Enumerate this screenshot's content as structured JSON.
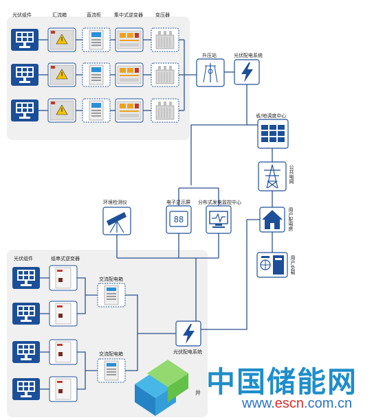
{
  "top_section": {
    "col_pv": "光伏组件",
    "col_combiner": "汇流箱",
    "col_dc_cabinet": "直流柜",
    "col_central_inverter": "集中式逆变器",
    "col_transformer": "变压器"
  },
  "booster_station": "升压站",
  "pv_distribution_top": "光伏配电系统",
  "dispatch_center": "省/地调度中心",
  "public_grid": "公共电网",
  "user_distribution": "用户配电房",
  "user_load": "用户负载",
  "env_monitor": "环境检测仪",
  "display_screen": "电子显示屏",
  "monitor_center": "分布式发电监控中心",
  "bottom_section": {
    "col_pv": "光伏组件",
    "col_string_inverter": "组串式逆变器",
    "ac_box_1": "交流配电箱",
    "ac_box_2": "交流配电箱"
  },
  "pv_distribution_bottom": "光伏配电系统",
  "watermark": {
    "cn": "中国储能网",
    "url_prefix": "www.",
    "url_red": "escn",
    "url_suffix": ".com.cn",
    "small": "井"
  },
  "colors": {
    "line": "#2b4f8c",
    "panel_bg": "#f0f0f0",
    "icon_blue": "#1c4f98",
    "accent_orange": "#f0a020",
    "watermark_blue": "#1f8ec9",
    "watermark_red": "#d8302b"
  }
}
